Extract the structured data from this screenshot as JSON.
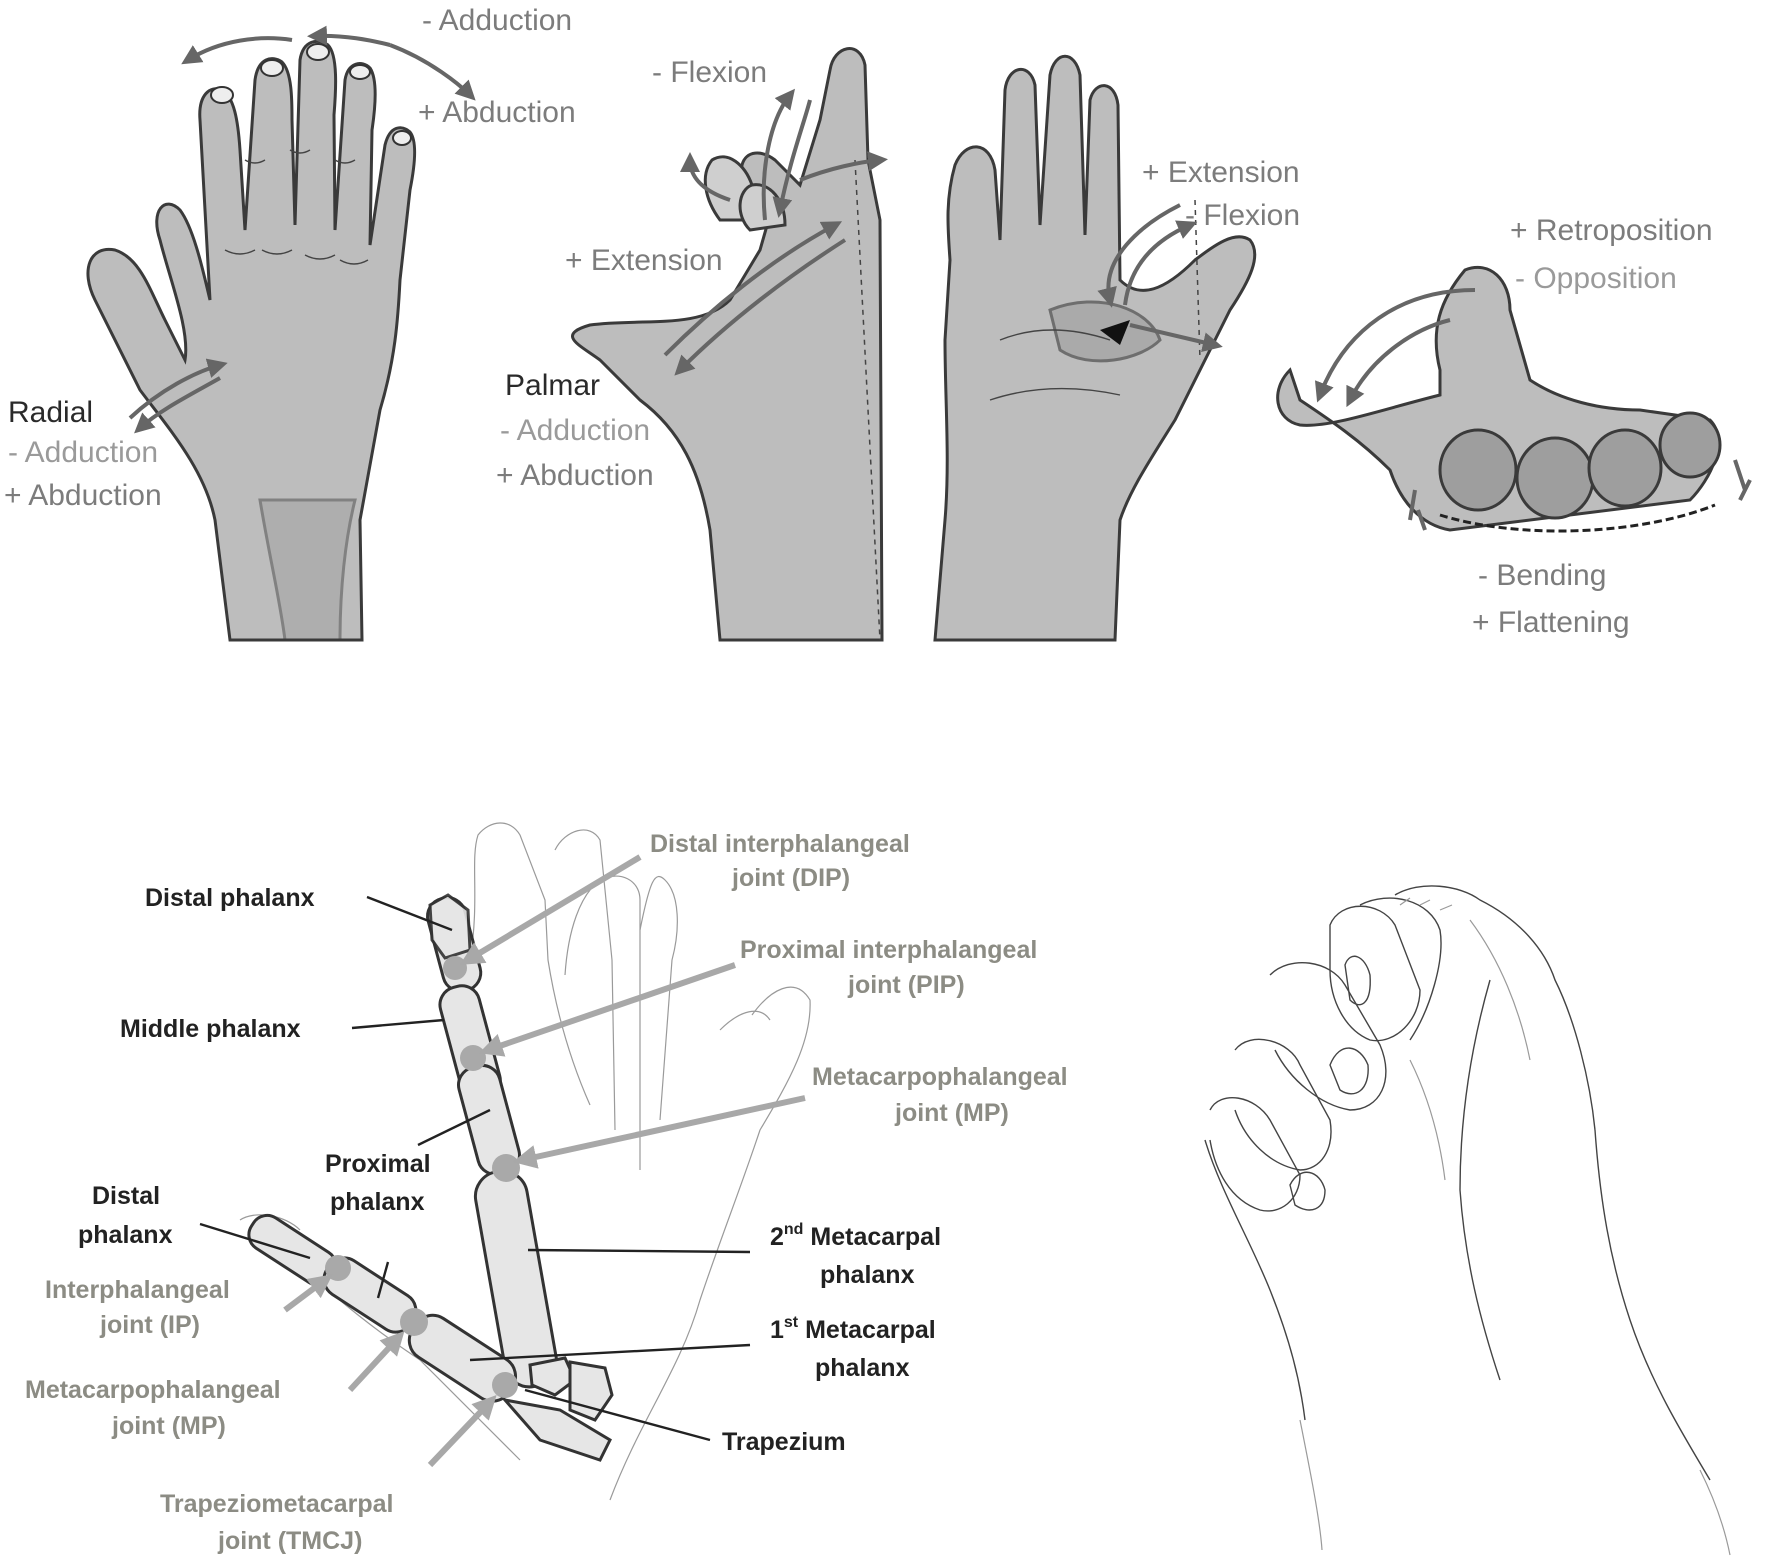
{
  "top_labels": {
    "adduction_minus": "- Adduction",
    "abduction_plus": "+ Abduction",
    "radial": "Radial",
    "radial_adduction": "- Adduction",
    "radial_abduction": "+ Abduction",
    "flexion_minus": "- Flexion",
    "extension_plus": "+ Extension",
    "palmar": "Palmar",
    "palmar_adduction": "- Adduction",
    "palmar_abduction": "+ Abduction",
    "extension_plus_2": "+ Extension",
    "flexion_minus_2": "- Flexion",
    "retroposition_plus": "+ Retroposition",
    "opposition_minus": "- Opposition",
    "bending_minus": "- Bending",
    "flattening_plus": "+ Flattening"
  },
  "anatomy": {
    "distal_phalanx": "Distal phalanx",
    "middle_phalanx": "Middle phalanx",
    "proximal_phalanx_1": "Proximal",
    "proximal_phalanx_2": "phalanx",
    "thumb_distal_1": "Distal",
    "thumb_distal_2": "phalanx",
    "second_meta_num": "2",
    "second_meta_sup": "nd",
    "second_meta_1": " Metacarpal",
    "second_meta_2": "phalanx",
    "first_meta_num": "1",
    "first_meta_sup": "st",
    "first_meta_1": " Metacarpal",
    "first_meta_2": "phalanx",
    "trapezium": "Trapezium"
  },
  "joints": {
    "dip_1": "Distal interphalangeal",
    "dip_2": "joint (DIP)",
    "pip_1": "Proximal interphalangeal",
    "pip_2": "joint (PIP)",
    "mp_1": "Metacarpophalangeal",
    "mp_2": "joint (MP)",
    "ip_1": "Interphalangeal",
    "ip_2": "joint (IP)",
    "tmp_1": "Metacarpophalangeal",
    "tmp_2": "joint (MP)",
    "tmcj_1": "Trapeziometacarpal",
    "tmcj_2": "joint (TMCJ)"
  },
  "icons": [
    "curved-arrow-icon",
    "bone-icon",
    "joint-dot-icon"
  ],
  "colors": {
    "skin": "#bdbdbd",
    "arrow": "#666666",
    "joint_label": "#8c8c84",
    "bone": "#e6e6e6"
  }
}
